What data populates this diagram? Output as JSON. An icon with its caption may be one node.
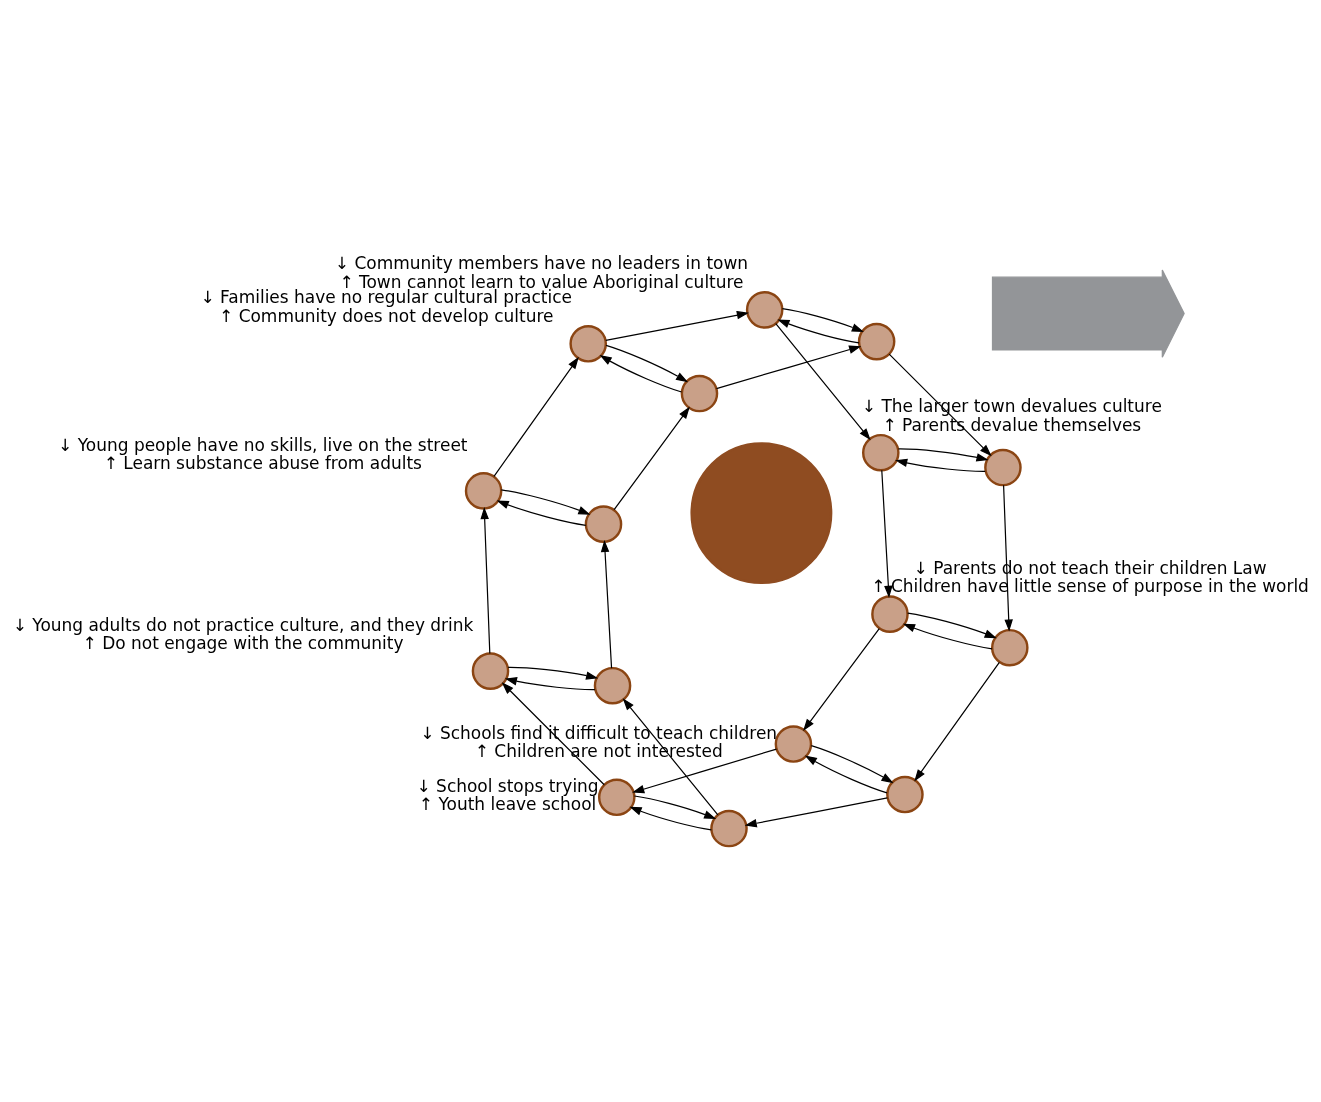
{
  "diagram": {
    "nodes": [
      {
        "text": [],
        "shape": "circle",
        "beside": [
          "↓ Schools find it difficult to teach children",
          "↑ Children are not interested"
        ]
      },
      {
        "text": [],
        "shape": "circle",
        "beside": [
          "↓ School stops trying",
          "↑ Youth leave school"
        ]
      },
      {
        "text": [],
        "shape": "circle",
        "beside": [
          "↓ Young adults do not practice culture, and they drink",
          "↑ Do not engage with the community"
        ]
      },
      {
        "text": [],
        "shape": "circle",
        "beside": [
          "↓ Young people have no skills, live on the street",
          "↑ Learn substance abuse from adults"
        ]
      },
      {
        "text": [],
        "shape": "circle",
        "beside": [
          "↓ Families have no regular cultural practice",
          "↑ Community does not develop culture"
        ]
      },
      {
        "text": [],
        "shape": "circle",
        "beside": [
          "↓ Community members have no leaders in town",
          "↑ Town cannot learn to value Aboriginal culture"
        ]
      },
      {
        "text": [],
        "shape": "circle",
        "beside": [
          "↓ The larger town devalues culture",
          "↑ Parents devalue themselves"
        ]
      },
      {
        "text": [],
        "shape": "circle",
        "beside": [
          "↓ Parents do not teach their children Law",
          "↑ Children have little sense of purpose in the world"
        ]
      },
      {
        "text": [],
        "shape": "circle"
      },
      {
        "text": [],
        "shape": "circle"
      },
      {
        "text": [],
        "shape": "circle"
      },
      {
        "text": [],
        "shape": "circle"
      },
      {
        "text": [],
        "shape": "circle"
      },
      {
        "text": [],
        "shape": "circle"
      },
      {
        "text": [],
        "shape": "circle"
      },
      {
        "text": [],
        "shape": "circle"
      },
      {
        "text": [],
        "shape": "circle"
      },
      {
        "text": [],
        "shape": "arrow"
      }
    ],
    "edges": [
      {
        "from": 0,
        "to": 1,
        "arrow": "to"
      },
      {
        "from": 1,
        "to": 2,
        "arrow": "to"
      },
      {
        "from": 2,
        "to": 3,
        "arrow": "to"
      },
      {
        "from": 3,
        "to": 4,
        "arrow": "to"
      },
      {
        "from": 4,
        "to": 5,
        "arrow": "to"
      },
      {
        "from": 5,
        "to": 6,
        "arrow": "to"
      },
      {
        "from": 6,
        "to": 7,
        "arrow": "to"
      },
      {
        "from": 7,
        "to": 0,
        "arrow": "to"
      },
      {
        "from": 8,
        "to": 9,
        "arrow": "to"
      },
      {
        "from": 9,
        "to": 10,
        "arrow": "to"
      },
      {
        "from": 10,
        "to": 11,
        "arrow": "to"
      },
      {
        "from": 11,
        "to": 12,
        "arrow": "to"
      },
      {
        "from": 12,
        "to": 13,
        "arrow": "to"
      },
      {
        "from": 13,
        "to": 14,
        "arrow": "to"
      },
      {
        "from": 14,
        "to": 15,
        "arrow": "to"
      },
      {
        "from": 15,
        "to": 8,
        "arrow": "to"
      },
      {
        "from": 8,
        "to": 0,
        "arrow": "to"
      },
      {
        "from": 0,
        "to": 8,
        "arrow": "to"
      },
      {
        "from": 9,
        "to": 1,
        "arrow": "to"
      },
      {
        "from": 1,
        "to": 9,
        "arrow": "to"
      },
      {
        "from": 10,
        "to": 2,
        "arrow": "to"
      },
      {
        "from": 2,
        "to": 10,
        "arrow": "to"
      },
      {
        "from": 11,
        "to": 3,
        "arrow": "to"
      },
      {
        "from": 3,
        "to": 11,
        "arrow": "to"
      },
      {
        "from": 12,
        "to": 4,
        "arrow": "to"
      },
      {
        "from": 4,
        "to": 12,
        "arrow": "to"
      },
      {
        "from": 13,
        "to": 5,
        "arrow": "to"
      },
      {
        "from": 5,
        "to": 13,
        "arrow": "to"
      },
      {
        "from": 14,
        "to": 6,
        "arrow": "to"
      },
      {
        "from": 6,
        "to": 14,
        "arrow": "to"
      },
      {
        "from": 15,
        "to": 7,
        "arrow": "to"
      },
      {
        "from": 7,
        "to": 15,
        "arrow": "to"
      }
    ]
  }
}
